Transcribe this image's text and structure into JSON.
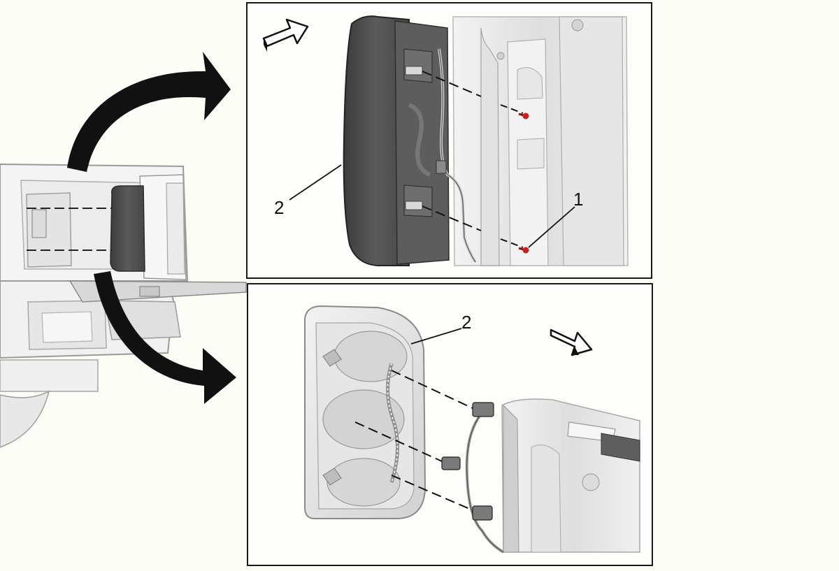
{
  "callouts": {
    "top_panel": {
      "fastener_label": "1",
      "lamp_label": "2"
    },
    "bottom_panel": {
      "lamp_label": "2"
    }
  },
  "icons": {
    "top_panel_direction": "forward-arrow-icon",
    "bottom_panel_direction": "forward-arrow-icon",
    "overview_arrows": "curved-arrow-icon"
  },
  "colors": {
    "background": "#fdfdf8",
    "panel_border": "#1a1a1a",
    "fastener": "#cc1f1f",
    "lamp_dark": "#4a4a4a",
    "lamp_light": "#e8e8e8"
  }
}
